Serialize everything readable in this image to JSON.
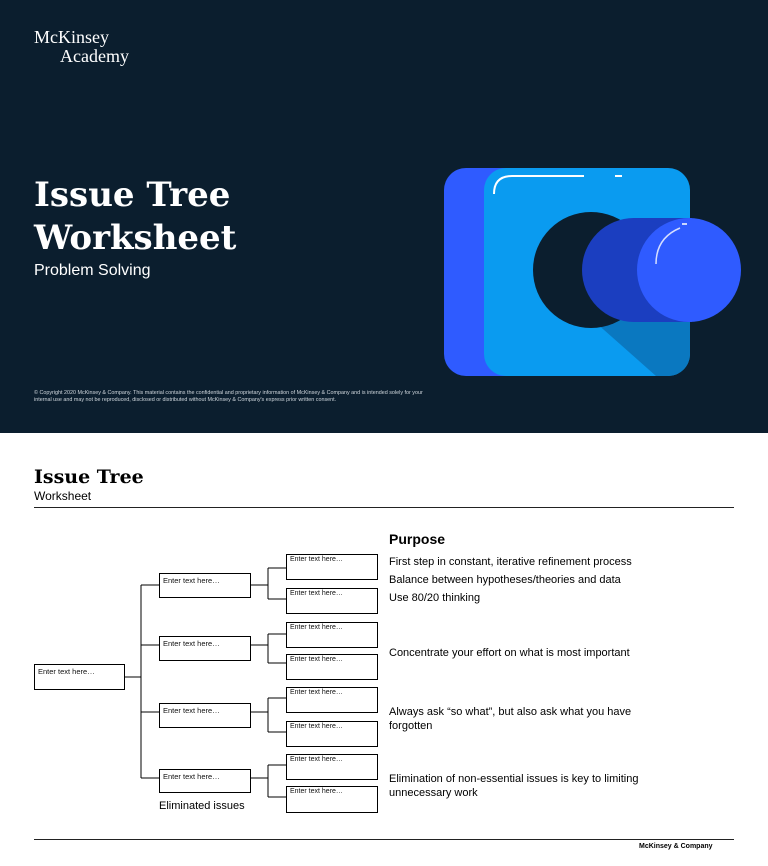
{
  "cover": {
    "logo_line1": "McKinsey",
    "logo_line2": "Academy",
    "title_line1": "Issue Tree",
    "title_line2": "Worksheet",
    "subtitle": "Problem Solving",
    "copyright": "© Copyright 2020 McKinsey & Company. This material contains the confidential and proprietary information of McKinsey & Company and is intended solely for your internal use and may not be reproduced, disclosed or distributed without McKinsey & Company's express prior written consent.",
    "colors": {
      "background": "#0b1e2e",
      "accent_blue": "#2f5bff",
      "light_blue": "#0a9bf0"
    }
  },
  "sheet": {
    "title": "Issue Tree",
    "subtitle": "Worksheet",
    "root_box": "Enter text here…",
    "branches": [
      {
        "label": "Enter text here…",
        "leaves": [
          "Enter text here…",
          "Enter text here…"
        ]
      },
      {
        "label": "Enter text here…",
        "leaves": [
          "Enter text here…",
          "Enter text here…"
        ]
      },
      {
        "label": "Enter text here…",
        "leaves": [
          "Enter text here…",
          "Enter text here…"
        ]
      },
      {
        "label": "Enter text here…",
        "leaves": [
          "Enter text here…",
          "Enter text here…"
        ]
      }
    ],
    "eliminated_label": "Eliminated issues",
    "purpose": {
      "title": "Purpose",
      "items": [
        "First step in constant, iterative refinement process",
        "Balance between hypotheses/theories and data",
        "Use 80/20 thinking",
        "Concentrate your effort on what is most important",
        "Always ask “so what”, but also ask what you have forgotten",
        "Elimination of non-essential issues is key to limiting unnecessary work"
      ]
    },
    "footer": "McKinsey & Company"
  }
}
